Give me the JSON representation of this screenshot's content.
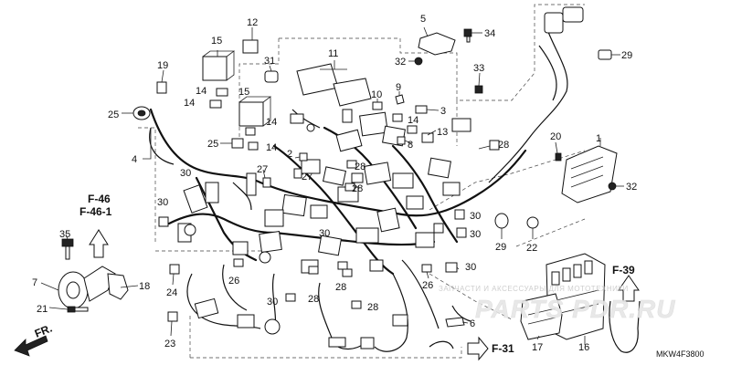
{
  "diagram": {
    "part_numbers": [
      "1",
      "2",
      "3",
      "4",
      "5",
      "6",
      "7",
      "8",
      "9",
      "10",
      "11",
      "12",
      "13",
      "14",
      "15",
      "16",
      "17",
      "18",
      "19",
      "20",
      "21",
      "22",
      "23",
      "24",
      "25",
      "26",
      "27",
      "28",
      "29",
      "30",
      "31",
      "32",
      "33",
      "34",
      "35"
    ],
    "references": {
      "f46": "F-46",
      "f46_1": "F-46-1",
      "f39": "F-39",
      "f31": "F-31",
      "fr": "FR."
    },
    "code": "MKW4F3800",
    "watermark": {
      "logo": "PARTS PDR.RU",
      "text": "ЗАПЧАСТИ И АКСЕССУАРЫ ДЛЯ МОТОТЕХНИКИ"
    }
  }
}
